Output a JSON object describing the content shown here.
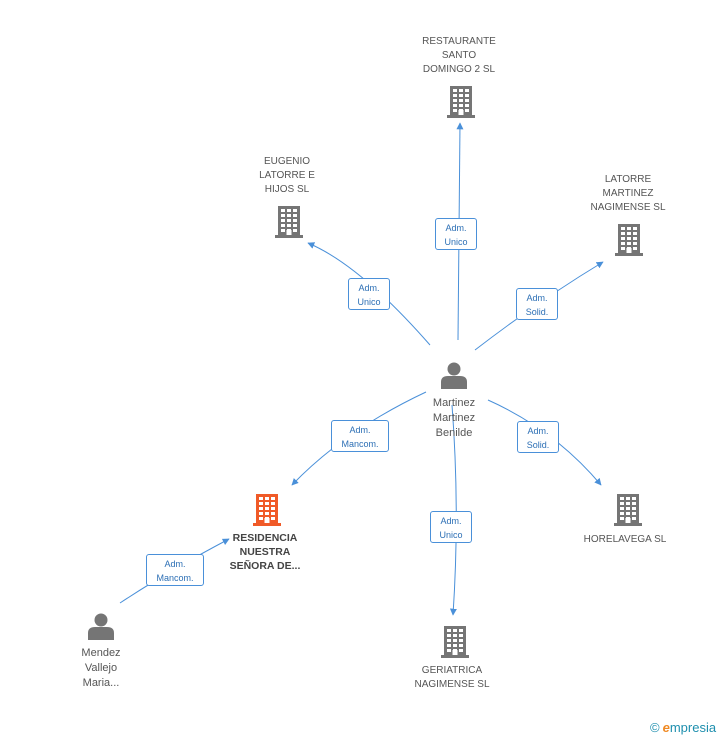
{
  "center": {
    "name_lines": [
      "Martinez",
      "Martinez",
      "Benilde"
    ]
  },
  "companies": [
    {
      "id": "restaurante",
      "lines": [
        "RESTAURANTE",
        "SANTO",
        "DOMINGO 2 SL"
      ],
      "color": "#757575"
    },
    {
      "id": "eugenio",
      "lines": [
        "EUGENIO",
        "LATORRE E",
        "HIJOS SL"
      ],
      "color": "#757575"
    },
    {
      "id": "latorre",
      "lines": [
        "LATORRE",
        "MARTINEZ",
        "NAGIMENSE SL"
      ],
      "color": "#757575"
    },
    {
      "id": "residencia",
      "lines": [
        "RESIDENCIA",
        "NUESTRA",
        "SEÑORA DE..."
      ],
      "color": "#f05a28",
      "highlight": true
    },
    {
      "id": "horelavega",
      "lines": [
        "HORELAVEGA SL"
      ],
      "color": "#757575"
    },
    {
      "id": "geriatrica",
      "lines": [
        "GERIATRICA",
        "NAGIMENSE SL"
      ],
      "color": "#757575"
    }
  ],
  "other_person": {
    "name_lines": [
      "Mendez",
      "Vallejo",
      "Maria..."
    ]
  },
  "edges": [
    {
      "id": "e1",
      "lines": [
        "Adm.",
        "Unico"
      ]
    },
    {
      "id": "e2",
      "lines": [
        "Adm.",
        "Unico"
      ]
    },
    {
      "id": "e3",
      "lines": [
        "Adm.",
        "Solid."
      ]
    },
    {
      "id": "e4",
      "lines": [
        "Adm.",
        "Mancom."
      ]
    },
    {
      "id": "e5",
      "lines": [
        "Adm.",
        "Solid."
      ]
    },
    {
      "id": "e6",
      "lines": [
        "Adm.",
        "Unico"
      ]
    },
    {
      "id": "e7",
      "lines": [
        "Adm.",
        "Mancom."
      ]
    }
  ],
  "footer": {
    "copyright": "©",
    "brand_initial": "e",
    "brand_rest": "mpresia"
  },
  "colors": {
    "edge": "#4a90d9",
    "icon": "#757575",
    "highlight": "#f05a28",
    "brand": "#1e8fae"
  }
}
